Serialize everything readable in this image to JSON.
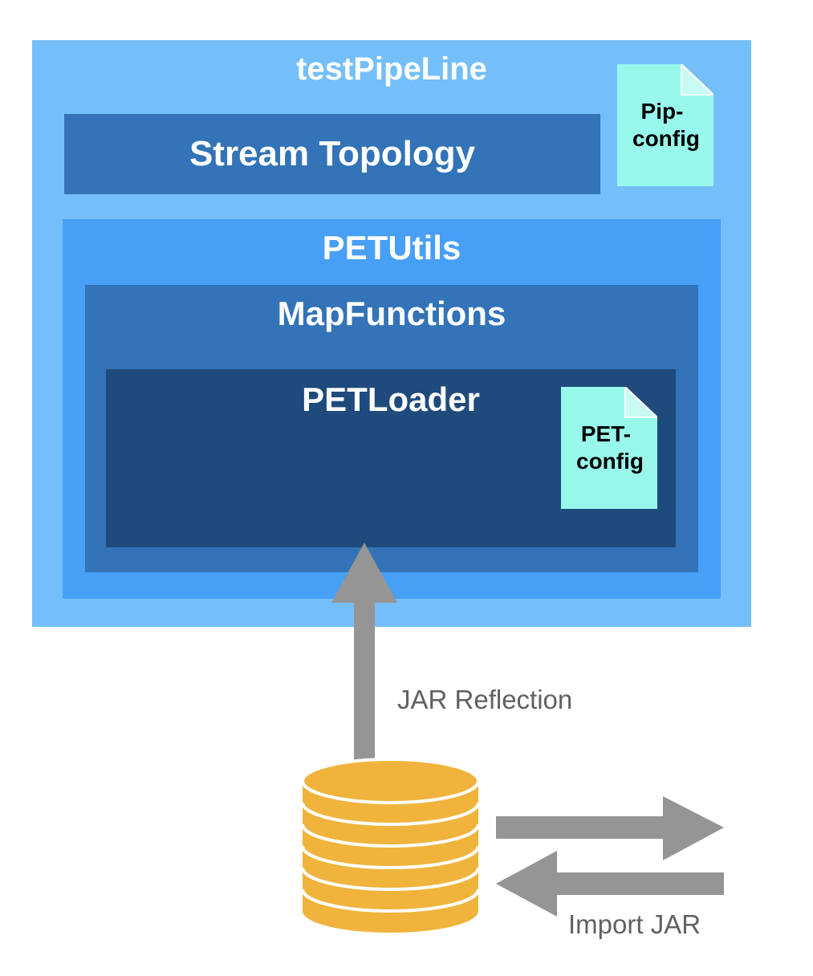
{
  "outer": {
    "title": "testPipeLine"
  },
  "stream_topology": {
    "title": "Stream Topology"
  },
  "pip_config": {
    "line1": "Pip-",
    "line2": "config"
  },
  "pet_utils": {
    "title": "PETUtils"
  },
  "map_functions": {
    "title": "MapFunctions"
  },
  "pet_loader": {
    "title": "PETLoader"
  },
  "pet_config": {
    "line1": "PET-",
    "line2": "config"
  },
  "jar_reflection": {
    "label": "JAR Reflection"
  },
  "import_jar": {
    "label": "Import JAR"
  },
  "colors": {
    "outer_fill": "#74bff9",
    "stream_fill": "#3373b7",
    "petutils_fill": "#479ff6",
    "mapfunctions_fill": "#3373b7",
    "petloader_fill": "#1f4b7c",
    "config_doc_fill": "#98f8eb",
    "arrow_fill": "#959595",
    "database_fill": "#f0b43d",
    "caption_text": "#616161"
  }
}
